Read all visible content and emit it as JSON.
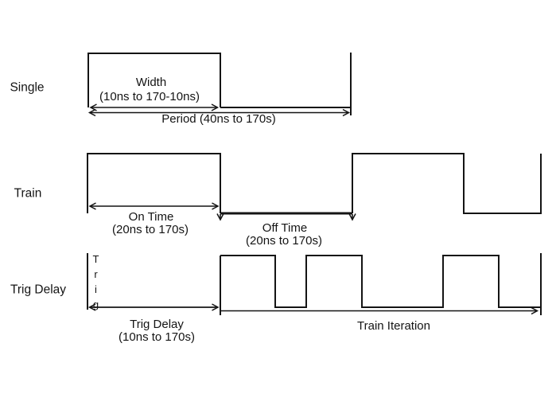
{
  "colors": {
    "ink": "#141414",
    "background": "#ffffff"
  },
  "row_labels": {
    "single": "Single",
    "train": "Train",
    "trig_delay": "Trig Delay"
  },
  "single": {
    "width_label": "Width",
    "width_range": "(10ns to 170-10ns)",
    "period_label": "Period (40ns to 170s)"
  },
  "train": {
    "on_time_label": "On Time",
    "on_time_range": "(20ns to 170s)",
    "off_time_label": "Off Time",
    "off_time_range": "(20ns to 170s)"
  },
  "trig_delay": {
    "trig_marker": "Trig",
    "delay_label": "Trig Delay",
    "delay_range": "(10ns to 170s)",
    "iteration_label": "Train Iteration"
  }
}
